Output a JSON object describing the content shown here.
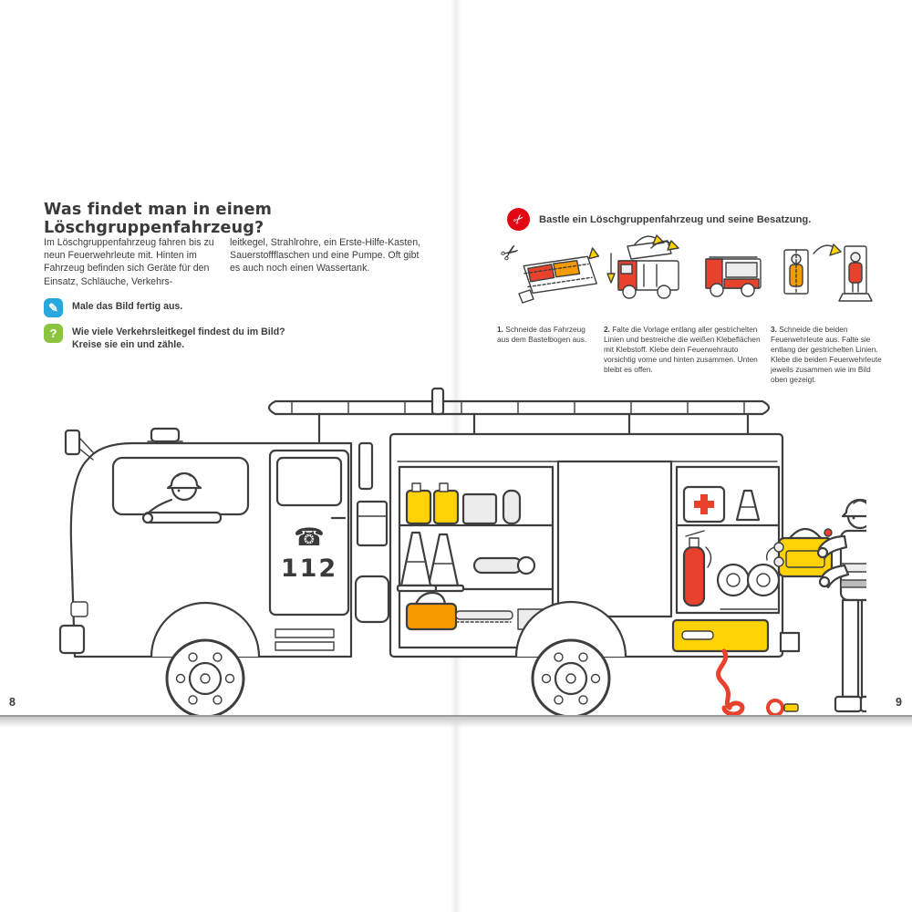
{
  "icons": {
    "scissors": "✂",
    "pencil": "✎",
    "question": "?",
    "phone": "☎"
  },
  "left_page": {
    "page_number": "8",
    "title": "Was findet man in einem Löschgruppenfahrzeug?",
    "intro_col1": "Im Löschgruppenfahrzeug fahren bis zu neun Feuerwehrleute mit. Hinten im Fahrzeug befinden sich Geräte für den Einsatz, Schläuche, Verkehrs-",
    "intro_col2": "leitkegel, Strahlrohre, ein Erste-Hilfe-Kasten, Sauerstoffflaschen und eine Pumpe. Oft gibt es auch noch einen Wassertank.",
    "tasks": [
      {
        "text": "Male das Bild fertig aus."
      },
      {
        "text": "Wie viele Verkehrsleitkegel findest du im Bild? Kreise sie ein und zähle."
      }
    ]
  },
  "right_page": {
    "page_number": "9",
    "craft_title": "Bastle ein Löschgruppenfahrzeug und seine Besatzung.",
    "steps": [
      {
        "num": "1.",
        "text": "Schneide das Fahrzeug aus dem Bastelbogen aus."
      },
      {
        "num": "2.",
        "text": "Falte die Vorlage entlang aller gestrichelten Linien und bestreiche die weißen Klebeflächen mit Klebstoff. Klebe dein Feuerwehrauto vorsichtig vorne und hinten zusammen. Unten bleibt es offen."
      },
      {
        "num": "3.",
        "text": "Schneide die beiden Feuerwehrleute aus. Falte sie entlang der gestrichelten Linien. Klebe die beiden Feuerwehrleute jeweils zusammen wie im Bild oben gezeigt."
      }
    ]
  },
  "illustration": {
    "door_number": "112"
  },
  "colors": {
    "accent_red": "#E8412C",
    "accent_yellow": "#FFD203",
    "accent_orange": "#F59B00",
    "icon_blue": "#29A8DF",
    "icon_green": "#8BC43F",
    "scissors_red": "#E30613"
  }
}
